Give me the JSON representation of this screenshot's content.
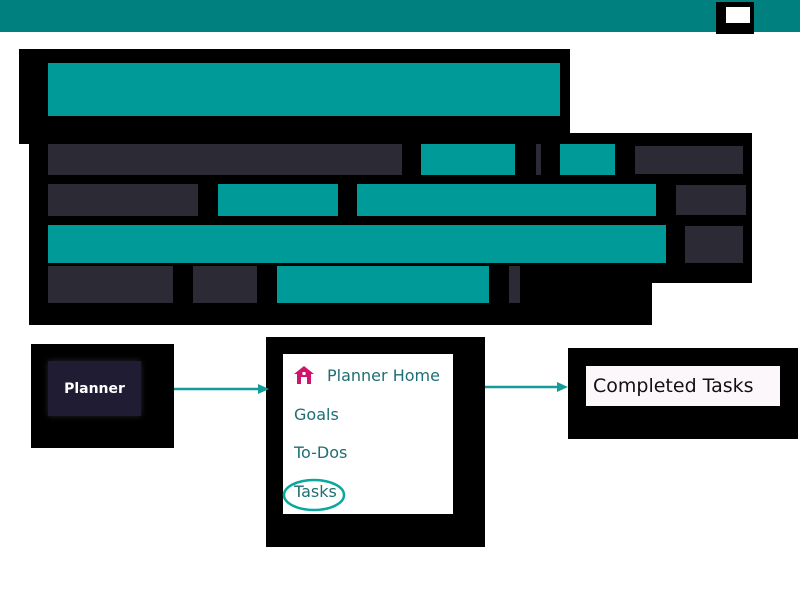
{
  "planner": {
    "label": "Planner"
  },
  "menu": {
    "items": [
      {
        "label": "Planner Home",
        "icon": "home-icon"
      },
      {
        "label": "Goals"
      },
      {
        "label": "To-Dos"
      },
      {
        "label": "Tasks",
        "highlighted": true
      }
    ]
  },
  "result": {
    "label": "Completed Tasks"
  },
  "colors": {
    "teal": "#009a98",
    "topbar": "#00807f",
    "dark": "#2c2b35",
    "menu_text": "#1e6e73",
    "home_icon": "#d0146c",
    "highlight_circle": "#0aa79f"
  }
}
